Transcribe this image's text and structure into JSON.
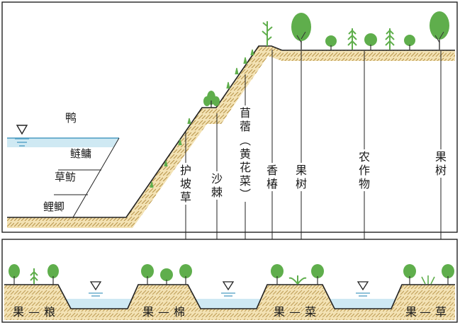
{
  "pond": {
    "top_label": "鸭",
    "layers": [
      "鲢鳙",
      "草鲂",
      "鲤鲫"
    ]
  },
  "upper_vertical_labels": [
    "护坡草",
    "沙棘",
    "苜蓿",
    "（黄花菜）",
    "香椿",
    "果树",
    "农作物",
    "果树"
  ],
  "lower_patterns": [
    {
      "left": "果",
      "right": "粮"
    },
    {
      "left": "果",
      "right": "棉"
    },
    {
      "left": "果",
      "right": "菜"
    },
    {
      "left": "果",
      "right": "草"
    }
  ],
  "colors": {
    "water": "#cfe9f3",
    "water_line": "#4a9cc2",
    "soil": "#e3c98d",
    "soil_hatch": "#b08a3c",
    "tree_leaf": "#5fae4c",
    "tree_trunk": "#333333",
    "frame": "#222222"
  }
}
